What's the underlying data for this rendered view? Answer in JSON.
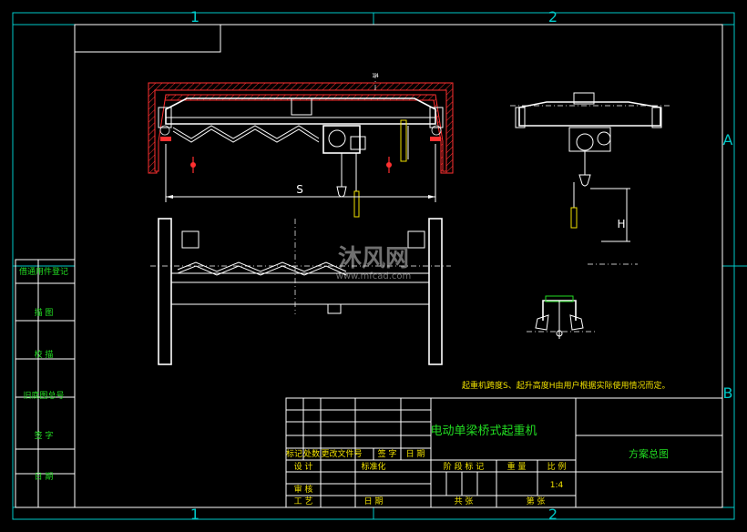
{
  "border": {
    "top_markers": [
      "1",
      "2"
    ],
    "bottom_markers": [
      "1",
      "2"
    ],
    "side_markers": [
      "A",
      "B"
    ]
  },
  "left_panel": {
    "rows": [
      "借通用件登记",
      "描 图",
      "校 描",
      "旧底图总号",
      "签 字",
      "日 期"
    ]
  },
  "drawing": {
    "span_label": "S",
    "height_label": "H",
    "top_label": "14",
    "note": "起重机跨度S、起升高度H由用户根据实际使用情况而定。",
    "watermark_text": "沐风网",
    "watermark_url": "www.mfcad.com"
  },
  "title_block": {
    "title": "电动单梁桥式起重机",
    "drawing_name": "方案总图",
    "header_cells": [
      "标记",
      "处数",
      "更改文件号",
      "签 字",
      "日 期"
    ],
    "row_design": [
      "设 计",
      "标准化"
    ],
    "row_review": [
      "审 核"
    ],
    "row_process": [
      "工 艺",
      "日 期"
    ],
    "stage_label": "阶 段 标 记",
    "weight_label": "重 量",
    "scale_label": "比 例",
    "scale_value": "1:4",
    "sheet_total": "共 张",
    "sheet_no": "第 张"
  }
}
